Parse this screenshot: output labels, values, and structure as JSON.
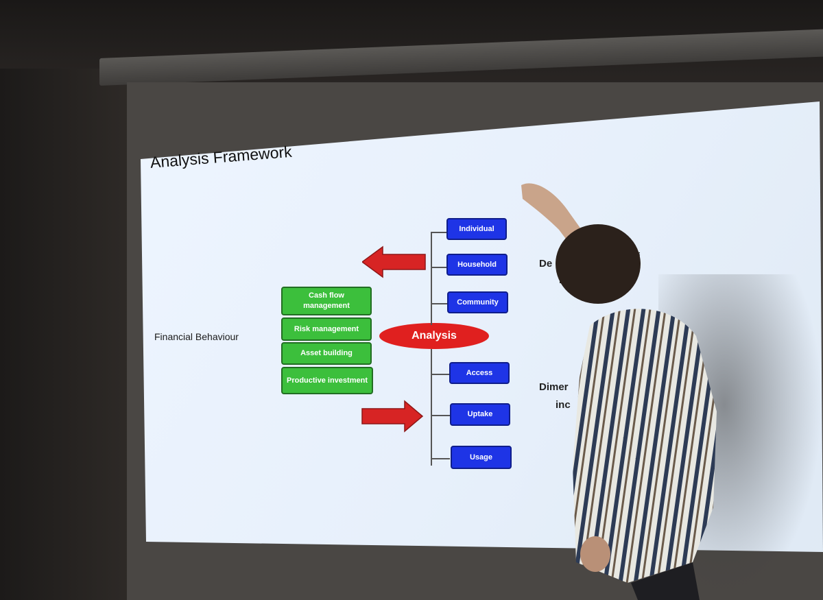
{
  "slide": {
    "title": "Analysis Framework",
    "side_label": "Financial Behaviour",
    "center": "Analysis",
    "behaviours": [
      "Cash flow management",
      "Risk management",
      "Asset building",
      "Productive investment"
    ],
    "top_items": [
      "Individual",
      "Household",
      "Community"
    ],
    "bottom_items": [
      "Access",
      "Uptake",
      "Usage"
    ],
    "right_partial_top": [
      "De",
      "f",
      "b"
    ],
    "right_partial_bottom": [
      "Dimer",
      "inc"
    ]
  },
  "colors": {
    "green_box": "#3cbf3c",
    "blue_box": "#1e34e6",
    "analysis_oval": "#e0201f",
    "arrow": "#d72424"
  }
}
